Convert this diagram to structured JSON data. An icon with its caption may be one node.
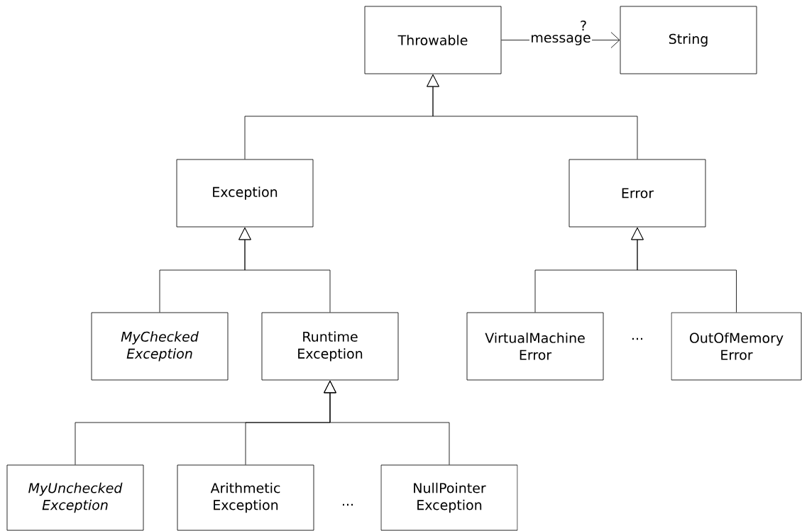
{
  "diagram": {
    "nodes": [
      {
        "text": [
          "Throwable"
        ]
      },
      {
        "text": [
          "String"
        ]
      },
      {
        "text": [
          "Exception"
        ]
      },
      {
        "text": [
          "Error"
        ]
      },
      {
        "text": [
          "MyChecked Exception"
        ]
      },
      {
        "text": [
          "Runtime Exception"
        ]
      },
      {
        "text": [
          "VirtualMachine Error"
        ]
      },
      {
        "text": [
          "OutOfMemory Error"
        ]
      },
      {
        "text": [
          "MyUnchecked Exception"
        ]
      },
      {
        "text": [
          "Arithmetic Exception"
        ]
      },
      {
        "text": [
          "NullPointer Exception"
        ]
      }
    ],
    "edges": [
      {
        "from": 0,
        "to": 1,
        "arrow": "to",
        "label": "message"
      },
      {
        "from": 2,
        "to": 0,
        "arrow": "to"
      },
      {
        "from": 3,
        "to": 0,
        "arrow": "to"
      },
      {
        "from": 4,
        "to": 2,
        "arrow": "to"
      },
      {
        "from": 5,
        "to": 2,
        "arrow": "to"
      },
      {
        "from": 6,
        "to": 3,
        "arrow": "to"
      },
      {
        "from": 7,
        "to": 3,
        "arrow": "to"
      },
      {
        "from": 8,
        "to": 5,
        "arrow": "to"
      },
      {
        "from": 9,
        "to": 5,
        "arrow": "to"
      },
      {
        "from": 10,
        "to": 5,
        "arrow": "to"
      }
    ],
    "labels": [
      "?",
      "...",
      "..."
    ]
  }
}
